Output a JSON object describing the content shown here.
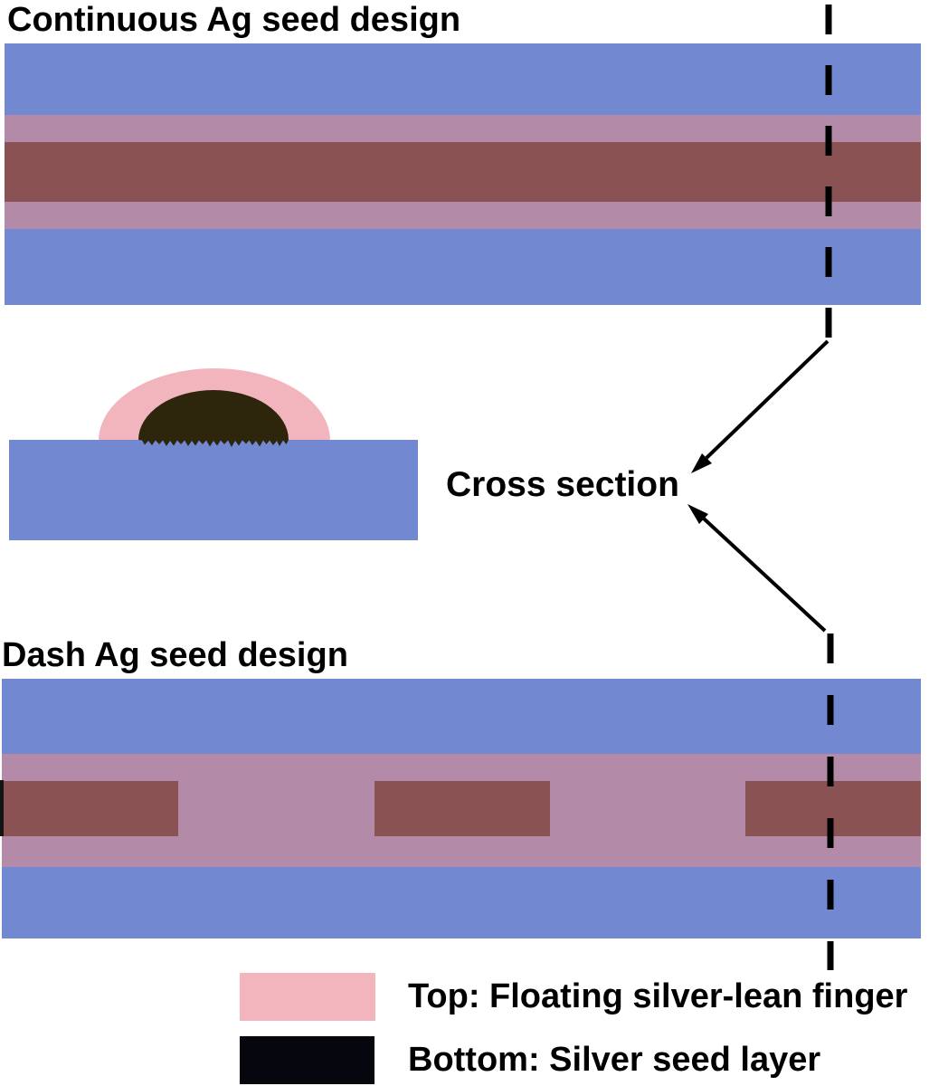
{
  "colors": {
    "blue": "#7289d2",
    "mauve": "#b38ba9",
    "maroon": "#8b5253",
    "pink": "#f2b5be",
    "seed_dark": "#2e250d",
    "legend_black": "#06060f",
    "line": "#000000",
    "edge_dark": "#141414"
  },
  "sections": {
    "continuous": {
      "title": "Continuous Ag seed design"
    },
    "dash": {
      "title": "Dash Ag seed design"
    },
    "cross_section_label": "Cross section"
  },
  "legend": {
    "items": [
      {
        "label": "Top: Floating silver-lean finger"
      },
      {
        "label": "Bottom: Silver seed layer"
      }
    ]
  }
}
